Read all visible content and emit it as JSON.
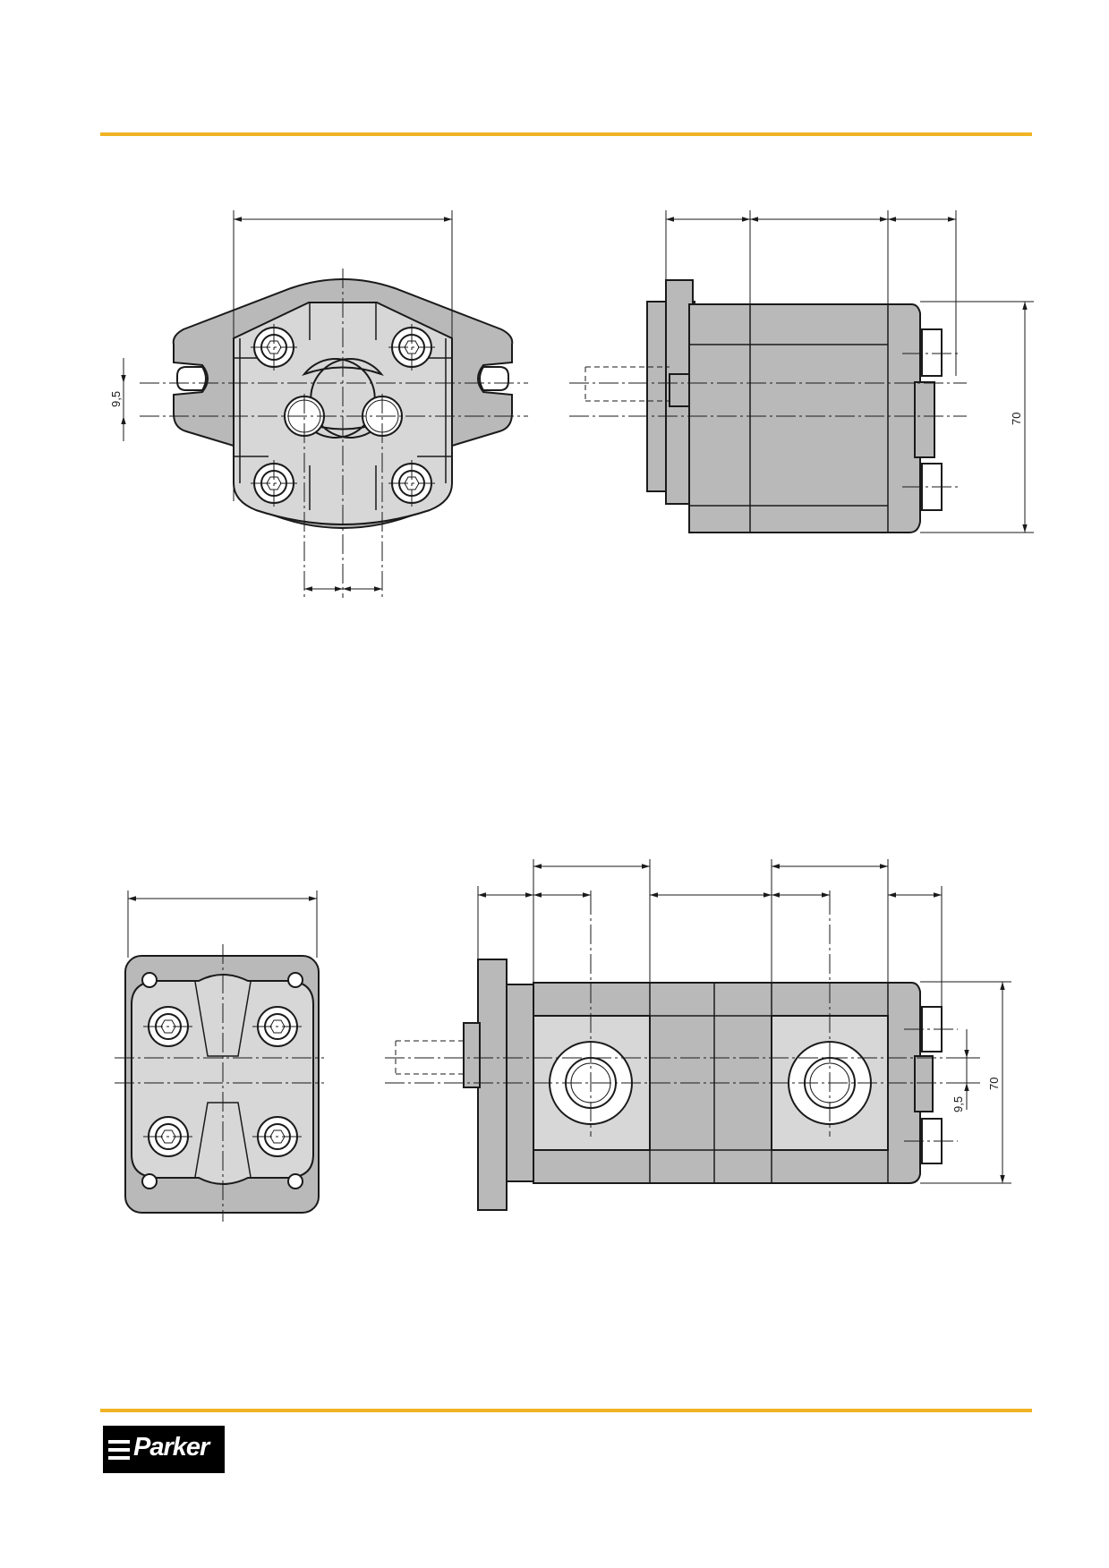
{
  "colors": {
    "accent_rule": "#f0b323",
    "body_fill": "#b9b9b9",
    "face_fill": "#d7d7d7",
    "line": "#1a1a1a"
  },
  "views": [
    {
      "id": "single-front",
      "dims": [
        "9,5"
      ]
    },
    {
      "id": "single-side",
      "dims": [
        "70"
      ]
    },
    {
      "id": "double-front",
      "dims": []
    },
    {
      "id": "double-side",
      "dims": [
        "70",
        "9,5"
      ]
    }
  ],
  "footer": {
    "brand": "Parker"
  }
}
